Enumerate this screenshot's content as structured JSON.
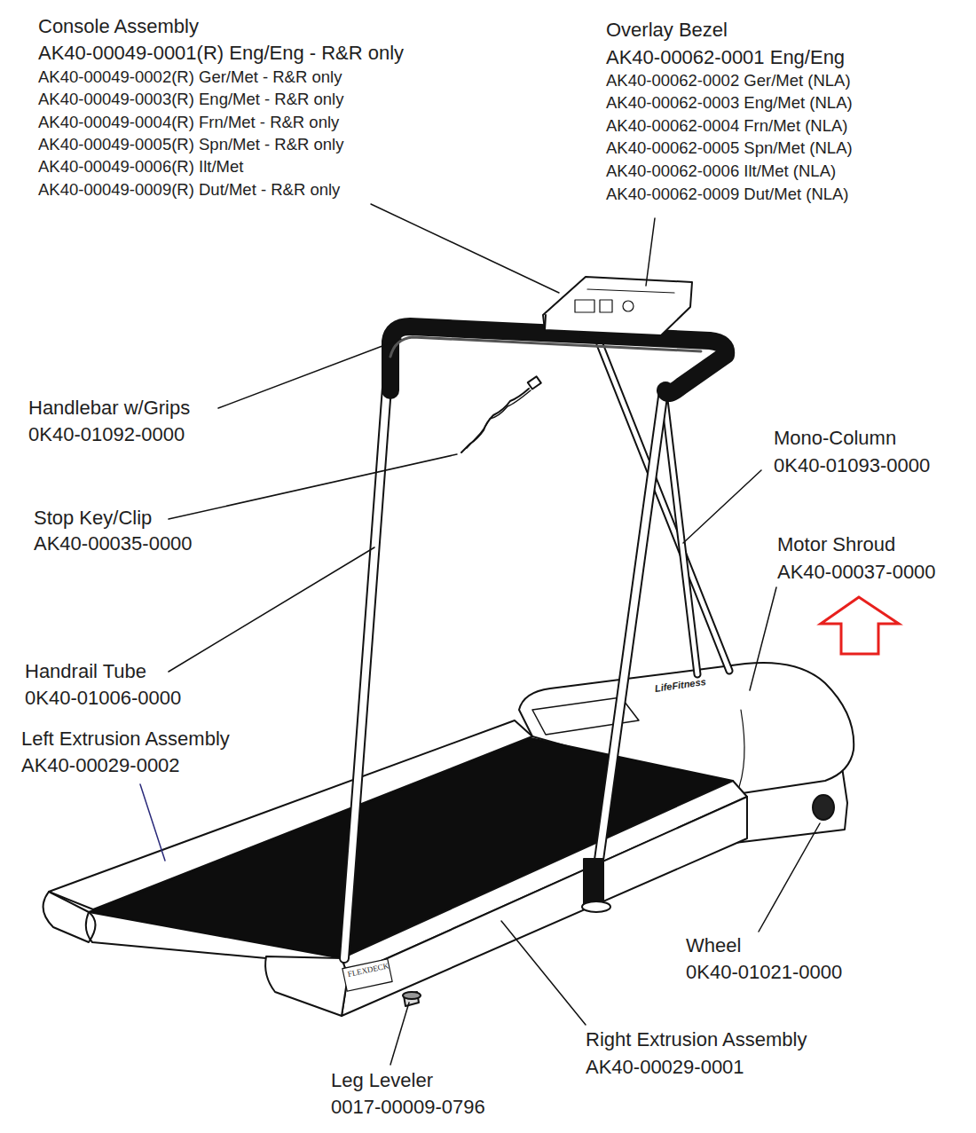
{
  "diagram": {
    "labels": [
      "Console Assembly",
      "AK40-00049-0001(R) Eng/Eng - R&R only",
      "AK40-00049-0002(R) Ger/Met - R&R only",
      "AK40-00049-0003(R) Eng/Met - R&R only",
      "AK40-00049-0004(R) Frn/Met - R&R only",
      "AK40-00049-0005(R) Spn/Met - R&R only",
      "AK40-00049-0006(R) Ilt/Met",
      "AK40-00049-0009(R) Dut/Met - R&R only",
      "Overlay Bezel",
      "AK40-00062-0001 Eng/Eng",
      "AK40-00062-0002 Ger/Met (NLA)",
      "AK40-00062-0003 Eng/Met (NLA)",
      "AK40-00062-0004 Frn/Met (NLA)",
      "AK40-00062-0005 Spn/Met (NLA)",
      "AK40-00062-0006 Ilt/Met (NLA)",
      "AK40-00062-0009 Dut/Met (NLA)",
      "Handlebar w/Grips",
      "0K40-01092-0000",
      "Mono-Column",
      "0K40-01093-0000",
      "Stop Key/Clip",
      "AK40-00035-0000",
      "Motor Shroud",
      "AK40-00037-0000",
      "Handrail Tube",
      "0K40-01006-0000",
      "Left Extrusion Assembly",
      "AK40-00029-0002",
      "LifeFitness",
      "FLEXDECK",
      "Wheel",
      "0K40-01021-0000",
      "Right Extrusion Assembly",
      "AK40-00029-0001",
      "Leg Leveler",
      "0017-00009-0796"
    ]
  }
}
